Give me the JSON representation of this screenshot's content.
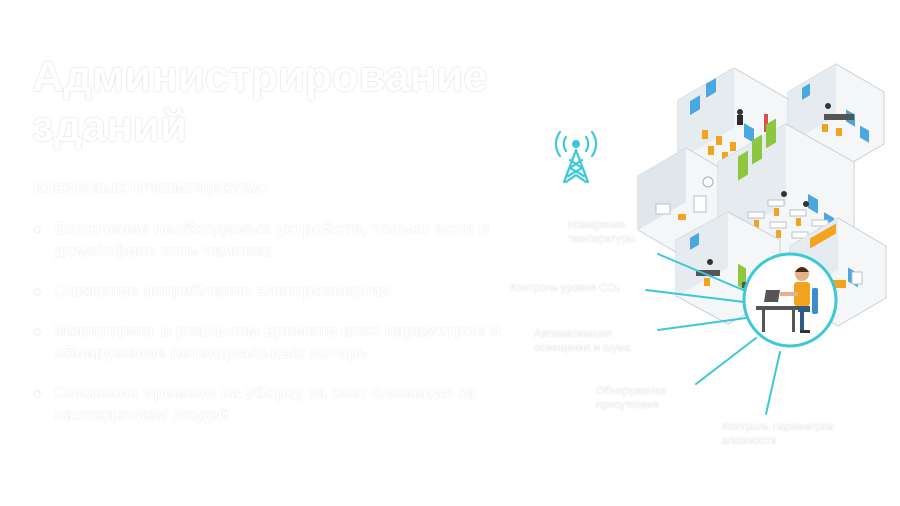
{
  "slide": {
    "title": "Администрирование зданий",
    "subtitle": "КЛЮЧЕВЫЕ ПРЕИМУЩЕСТВА:",
    "bullets": [
      "Включение необходимых устройств, только если в доме/офисе есть человек",
      "Снижение потребления электроэнергии",
      "Мониторинг в реальном времени всех параметров и обнаружение потенциальных потерь",
      "Снижение времени на уборку за счет слежения за нахождением людей"
    ]
  },
  "diagram": {
    "callouts": [
      "Измерение температуры",
      "Контроль уровня CO₂",
      "Автоматизация освещения и шума",
      "Обнаружение присутствия",
      "Контроль параметров влажности"
    ],
    "icons": [
      "antenna-icon",
      "building-isometric-icon",
      "person-at-desk-icon"
    ]
  },
  "colors": {
    "accent": "#3cc8d8",
    "wall": "#e8ecf0",
    "floor": "#f4f6f8",
    "furniture_orange": "#f2a41c",
    "furniture_green": "#8dc63f",
    "text": "#ffffff"
  }
}
